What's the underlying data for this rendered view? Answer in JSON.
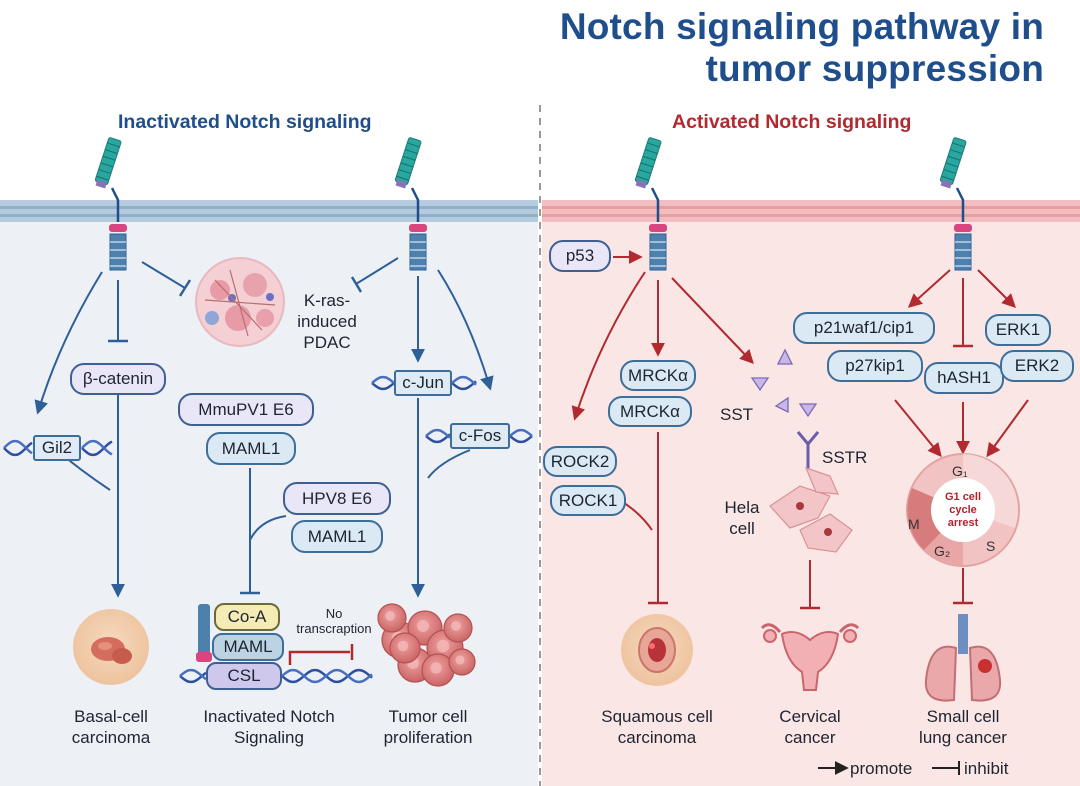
{
  "title": [
    "Notch signaling pathway in",
    "tumor suppression"
  ],
  "left": {
    "header": "Inactivated Notch signaling",
    "gil2": "Gil2",
    "beta_catenin": "β-catenin",
    "kras": [
      "K-ras-",
      "induced",
      "PDAC"
    ],
    "c_jun": "c-Jun",
    "c_fos": "c-Fos",
    "mmupv1_e6": "MmuPV1 E6",
    "maml1_a": "MAML1",
    "hpv8_e6": "HPV8 E6",
    "maml1_b": "MAML1",
    "co_a": "Co-A",
    "maml": "MAML",
    "csl": "CSL",
    "no_transcription": [
      "No",
      "transcraption"
    ],
    "outcomes": {
      "basal": [
        "Basal-cell",
        "carcinoma"
      ],
      "inactivated": [
        "Inactivated Notch",
        "Signaling"
      ],
      "tumor": [
        "Tumor cell",
        "proliferation"
      ]
    }
  },
  "right": {
    "header": "Activated Notch signaling",
    "p53": "p53",
    "mrcka_1": "MRCKα",
    "mrcka_2": "MRCKα",
    "rock2": "ROCK2",
    "rock1": "ROCK1",
    "sst": "SST",
    "sstr": "SSTR",
    "hela": [
      "Hela",
      "cell"
    ],
    "p21": "p21waf1/cip1",
    "p27": "p27kip1",
    "hash1": "hASH1",
    "erk1": "ERK1",
    "erk2": "ERK2",
    "cell_cycle": {
      "center": [
        "G1 cell",
        "cycle",
        "arrest"
      ],
      "g1": "G₁",
      "m": "M",
      "g2": "G₂",
      "s": "S"
    },
    "outcomes": {
      "squamous": [
        "Squamous cell",
        "carcinoma"
      ],
      "cervical": [
        "Cervical",
        "cancer"
      ],
      "sclc": [
        "Small cell",
        "lung cancer"
      ]
    }
  },
  "legend": {
    "promote": "promote",
    "inhibit": "inhibit"
  },
  "colors": {
    "title_blue": "#1f4e8c",
    "left_bg": "#edf1f6",
    "right_bg": "#fbe6e6",
    "left_arrow": "#2e5f98",
    "right_arrow": "#b12a2f",
    "membrane": "#a9c3d8"
  }
}
